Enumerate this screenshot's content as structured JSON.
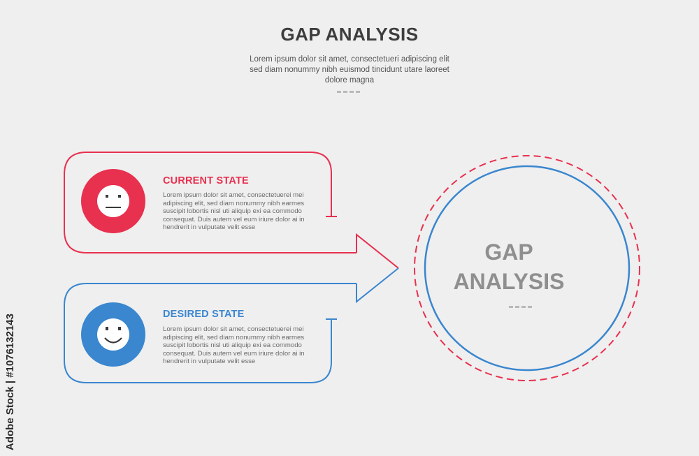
{
  "header": {
    "title": "GAP ANALYSIS",
    "subtitle": "Lorem ipsum dolor sit amet, consectetueri adipiscing elit sed diam nonummy nibh euismod tincidunt utare laoreet dolore magna"
  },
  "current_state": {
    "title": "CURRENT STATE",
    "body": "Lorem ipsum dolor sit amet, consectetuerei mei adipiscing elit, sed diam nonummy nibh earmes suscipit lobortis nisl uti aliquip exi ea commodo consequat. Duis autem vel eum iriure dolor ai in hendrerit in vulputate velit esse",
    "icon": "neutral-face-icon",
    "color": "#e8304f"
  },
  "desired_state": {
    "title": "DESIRED STATE",
    "body": "Lorem ipsum dolor sit amet, consectetuerei mei adipiscing elit, sed diam nonummy nibh earmes suscipit lobortis nisl uti aliquip exi ea commodo consequat. Duis autem vel eum iriure dolor ai in hendrerit in vulputate velit esse",
    "icon": "smiling-face-icon",
    "color": "#3a86cf"
  },
  "center": {
    "line1": "GAP",
    "line2": "ANALYSIS"
  },
  "watermark": {
    "text": "Adobe Stock | #1076132143"
  }
}
